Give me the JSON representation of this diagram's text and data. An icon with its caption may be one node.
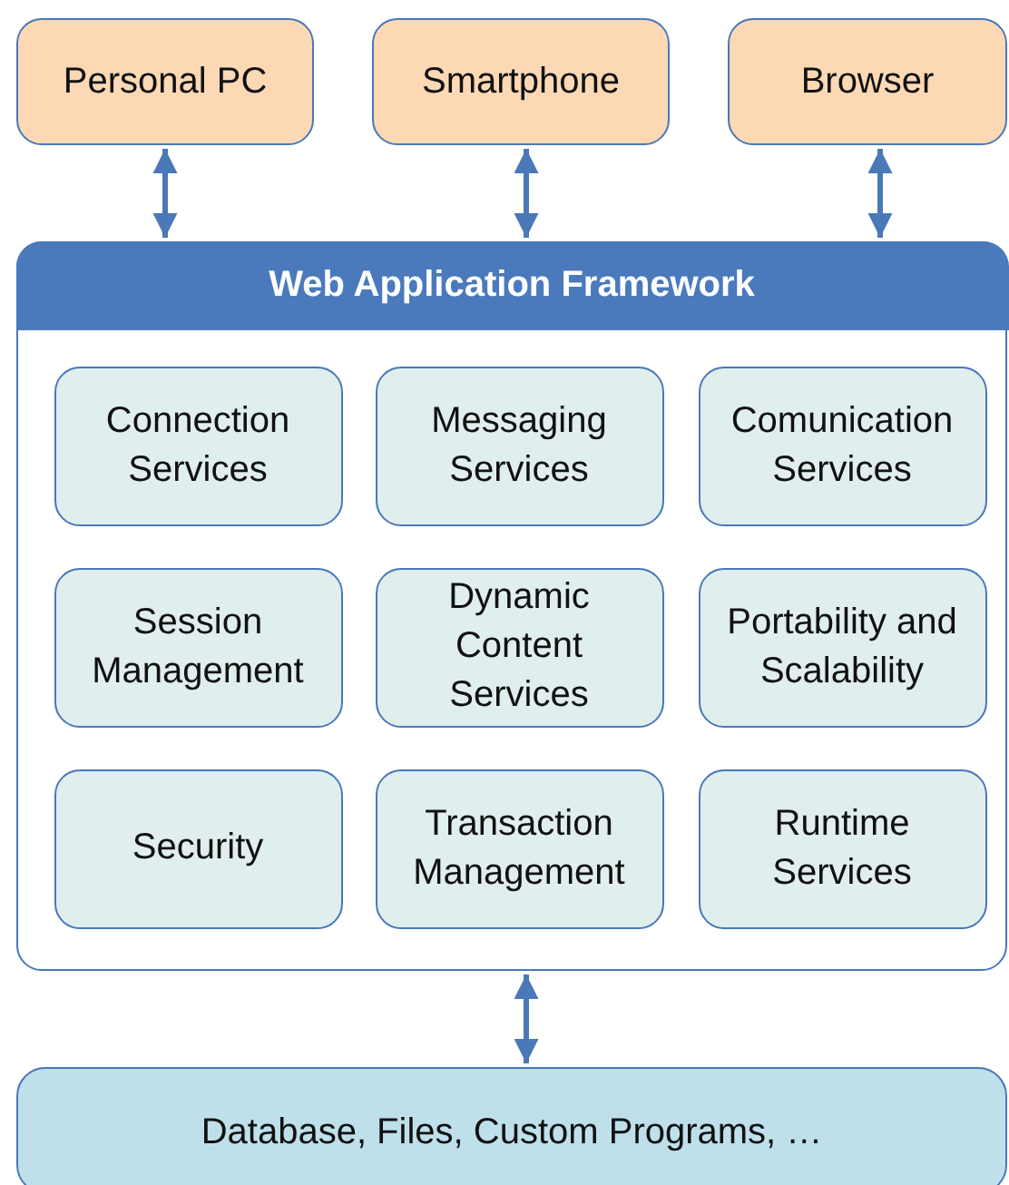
{
  "diagram": {
    "nodes": [
      {
        "text": [
          "Personal PC"
        ]
      },
      {
        "text": [
          "Smartphone"
        ]
      },
      {
        "text": [
          "Browser"
        ]
      },
      {
        "text": [
          "Web Application Framework"
        ]
      },
      {
        "text": [
          "Connection Services"
        ],
        "in": 3
      },
      {
        "text": [
          "Messaging Services"
        ],
        "in": 3
      },
      {
        "text": [
          "Comunication Services"
        ],
        "in": 3
      },
      {
        "text": [
          "Session Management"
        ],
        "in": 3
      },
      {
        "text": [
          "Dynamic Content Services"
        ],
        "in": 3
      },
      {
        "text": [
          "Portability and Scalability"
        ],
        "in": 3
      },
      {
        "text": [
          "Security"
        ],
        "in": 3
      },
      {
        "text": [
          "Transaction Management"
        ],
        "in": 3
      },
      {
        "text": [
          "Runtime Services"
        ],
        "in": 3
      },
      {
        "text": [
          "Database, Files, Custom Programs, …"
        ]
      }
    ],
    "edges": [
      {
        "from": 0,
        "to": 3,
        "arrow": "both"
      },
      {
        "from": 1,
        "to": 3,
        "arrow": "both"
      },
      {
        "from": 2,
        "to": 3,
        "arrow": "both"
      },
      {
        "from": 3,
        "to": 13,
        "arrow": "both"
      }
    ]
  }
}
